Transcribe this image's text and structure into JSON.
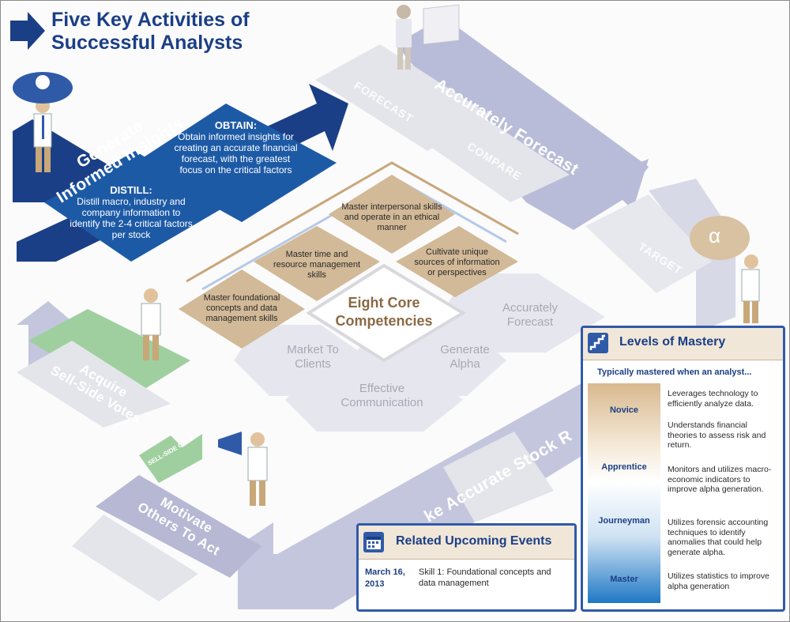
{
  "title": {
    "line1": "Five Key Activities of",
    "line2": "Successful Analysts"
  },
  "bands": {
    "generate": {
      "line1": "Generate",
      "line2": "Informed Insights"
    },
    "forecast": "Accurately Forecast",
    "acquire": {
      "line1": "Acquire",
      "line2": "Sell-Side Votes"
    },
    "motivate": {
      "line1": "Motivate",
      "line2": "Others To Act"
    },
    "stock": "ke Accurate Stock R"
  },
  "ghost_labels": {
    "forecast": "FORECAST",
    "compare": "COMPARE",
    "target": "TARGET",
    "sell_side": "SELL-SIDE ONLY"
  },
  "obtain": {
    "title": "OBTAIN:",
    "body": "Obtain informed insights for creating an accurate financial forecast, with the greatest focus on the critical factors"
  },
  "distill": {
    "title": "DISTILL:",
    "body": "Distill macro, industry and company information to identify the 2-4 critical factors per stock"
  },
  "alpha_symbol": "α",
  "competencies": {
    "center": "Eight Core Competencies",
    "interpersonal": "Master interpersonal skills and operate in an ethical manner",
    "time": "Master time and resource management skills",
    "cultivate": "Cultivate unique sources of information or perspectives",
    "foundational": "Master foundational concepts and data management skills",
    "forecast": "Accurately Forecast",
    "market": "Market To Clients",
    "alpha": "Generate Alpha",
    "communication": "Effective Communication"
  },
  "levels": {
    "title": "Levels of Mastery",
    "subtitle": "Typically mastered when an analyst...",
    "items": [
      {
        "name": "Novice",
        "desc1": "Leverages technology to efficiently analyze data.",
        "desc2": "Understands financial theories to assess risk and return."
      },
      {
        "name": "Apprentice",
        "desc1": "Monitors and utilizes macro-economic indicators to improve alpha generation."
      },
      {
        "name": "Journeyman",
        "desc1": "Utilizes forensic accounting techniques to identify anomalies that could help generate alpha."
      },
      {
        "name": "Master",
        "desc1": "Utilizes statistics to improve alpha generation"
      }
    ]
  },
  "events": {
    "title": "Related Upcoming Events",
    "date": "March 16, 2013",
    "text": "Skill 1: Foundational concepts and data management"
  },
  "colors": {
    "navy": "#1b3f86",
    "blue": "#1d5aa6",
    "tan": "#d2b997",
    "ghost": "#d7d9e3",
    "green": "#9fcf9f"
  }
}
